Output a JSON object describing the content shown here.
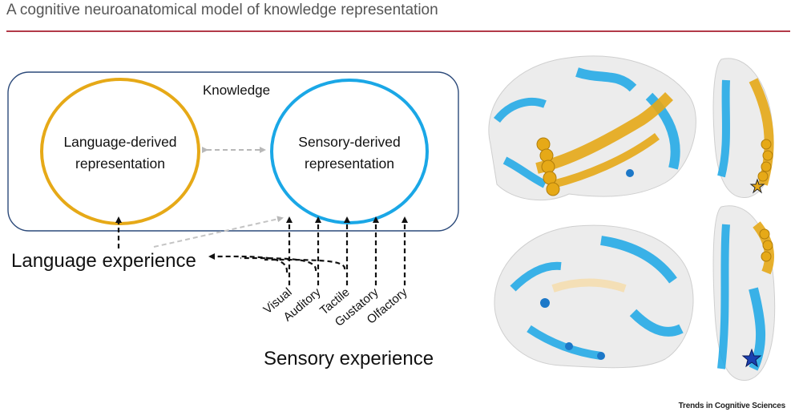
{
  "header": {
    "title": "A cognitive neuroanatomical model of knowledge representation"
  },
  "diagram": {
    "knowledge_label": "Knowledge",
    "language_node": [
      "Language-derived",
      "representation"
    ],
    "sensory_node": [
      "Sensory-derived",
      "representation"
    ],
    "language_experience": "Language experience",
    "sensory_experience": "Sensory experience",
    "modalities": [
      "Visual",
      "Auditory",
      "Tactile",
      "Gustatory",
      "Olfactory"
    ]
  },
  "colors": {
    "language": "#e6a917",
    "sensory": "#1aa7e6",
    "box": "#2c4a7a",
    "title_rule": "#b23a48",
    "gray_arrow": "#b8b8b8"
  },
  "icons": [
    "star-icon",
    "star-icon-blue"
  ],
  "footer": {
    "credit": "Trends in Cognitive Sciences"
  }
}
